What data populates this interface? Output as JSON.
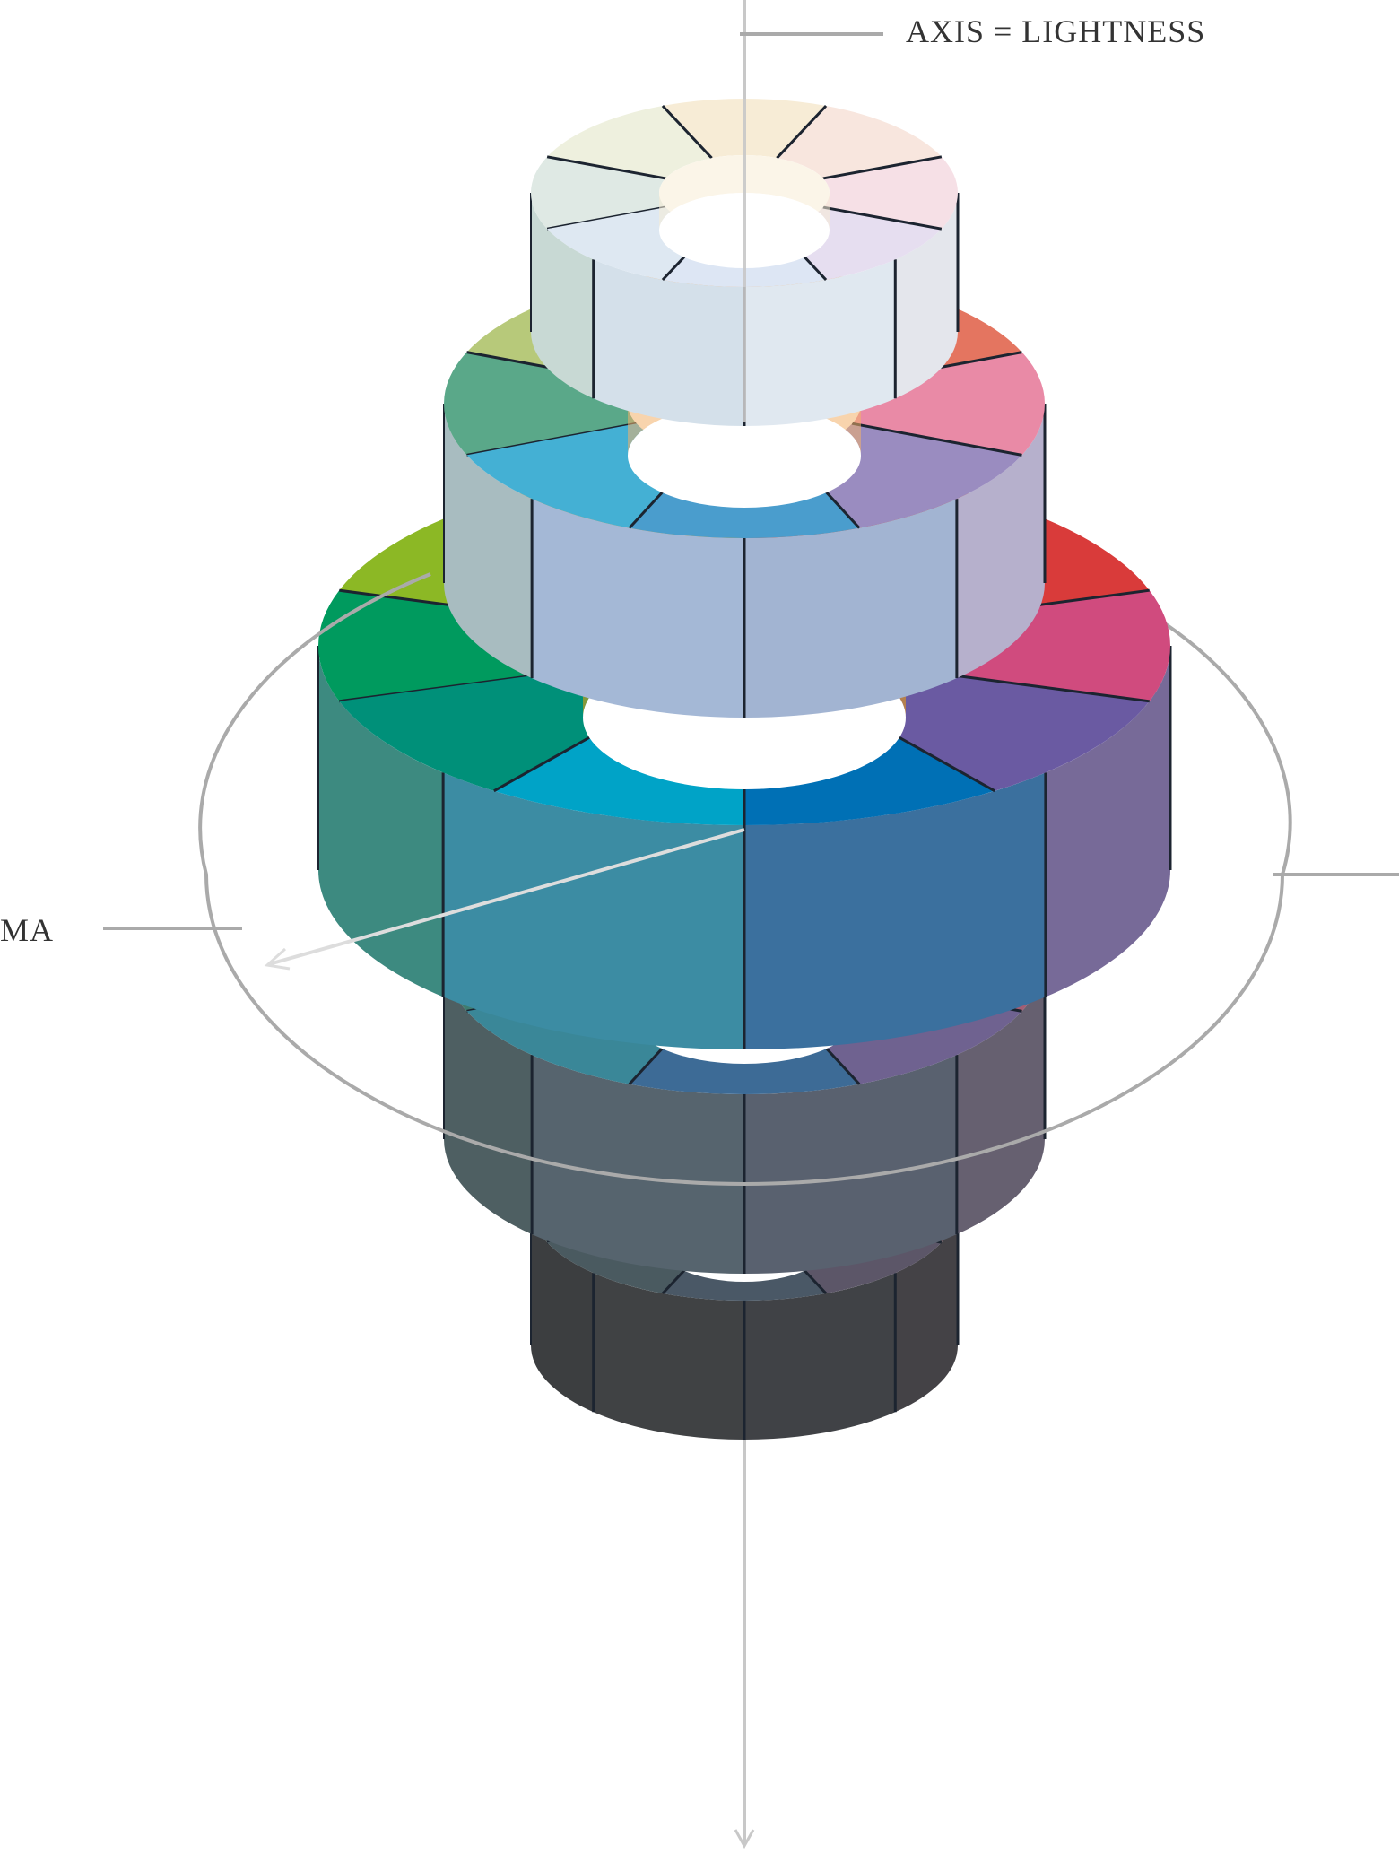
{
  "labels": {
    "axis": "AXIS = LIGHTNESS",
    "chroma": "MA"
  },
  "colors": {
    "axis_line": "#c8c8c8",
    "ellipse": "#aaaaaa",
    "divider": "#1c2430",
    "tiers": [
      {
        "name": "lightest",
        "top": [
          "#dfe9e4",
          "#eef0de",
          "#f7ecd6",
          "#f8e6de",
          "#f6e0e6",
          "#e6def0",
          "#dde6f4",
          "#dee8f2"
        ],
        "side": [
          "#c8d9d4",
          "#d4e0ea",
          "#e0e8f0",
          "#e4e6ec"
        ]
      },
      {
        "name": "light",
        "top": [
          "#5aa889",
          "#b7c97a",
          "#f2b06a",
          "#e47560",
          "#e98aa6",
          "#9a8cc0",
          "#4a9dcd",
          "#44b0d4"
        ],
        "side": [
          "#a8bcc0",
          "#a4b8d6",
          "#a2b4d2",
          "#b6b0cc"
        ]
      },
      {
        "name": "full",
        "top": [
          "#009a5e",
          "#8cb825",
          "#f0a10a",
          "#e0522a",
          "#d93b3a",
          "#d04b7e",
          "#6a5aa2",
          "#0070b5",
          "#00a3c7",
          "#009079"
        ],
        "side": [
          "#3d8a80",
          "#3c8ca3",
          "#3b709e",
          "#776a98"
        ]
      },
      {
        "name": "dark",
        "top": [
          "#3f7c70",
          "#6c8f5a",
          "#b08a4a",
          "#b0645a",
          "#a25e74",
          "#6f6290",
          "#3d6b96",
          "#3a8798"
        ],
        "side": [
          "#4e5f62",
          "#56646e",
          "#59616f",
          "#666070"
        ]
      },
      {
        "name": "darkest",
        "top": [
          "#4a5a5c",
          "#565c4e",
          "#6a5e4c",
          "#6e5a58",
          "#6e5a62",
          "#5c5668",
          "#4a5866",
          "#4a5a60"
        ],
        "side": [
          "#3c3e40",
          "#404244",
          "#404246",
          "#444246"
        ]
      }
    ]
  }
}
